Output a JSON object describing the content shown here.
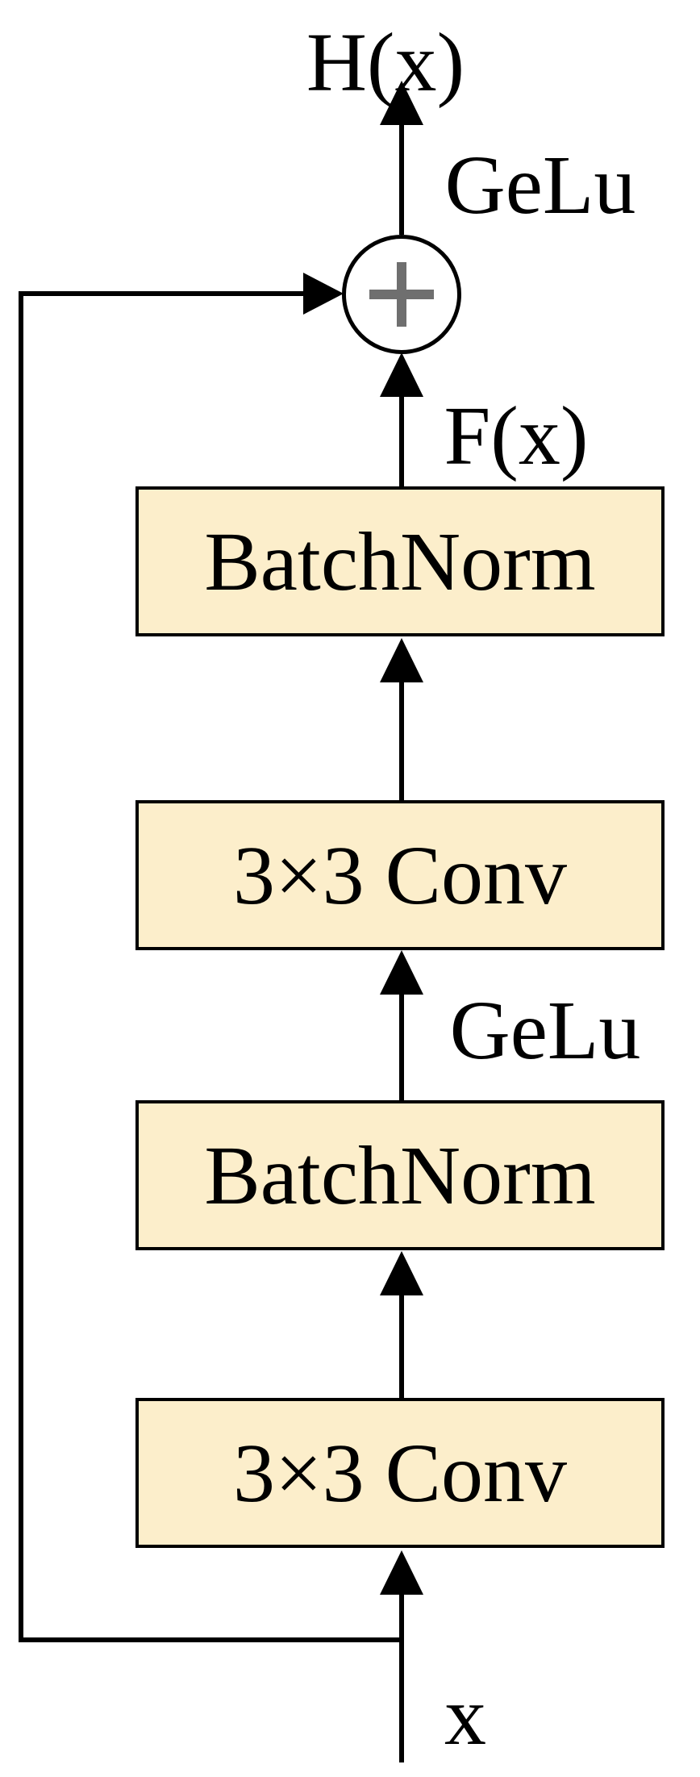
{
  "diagram": {
    "description": "Residual block with two 3x3 convolutions, batch normalization and GeLu activations",
    "labels": {
      "output": "H(x)",
      "gelu_top": "GeLu",
      "residual": "F(x)",
      "gelu_mid": "GeLu",
      "input": "x"
    },
    "boxes": [
      {
        "label": "BatchNorm"
      },
      {
        "label": "3×3 Conv"
      },
      {
        "label": "BatchNorm"
      },
      {
        "label": "3×3 Conv"
      }
    ],
    "add_node": {
      "symbol": "+"
    },
    "colors": {
      "box_fill": "#FCEECB",
      "box_border": "#000000",
      "line": "#000000",
      "plus": "#6F6F6F",
      "text": "#000000"
    }
  }
}
